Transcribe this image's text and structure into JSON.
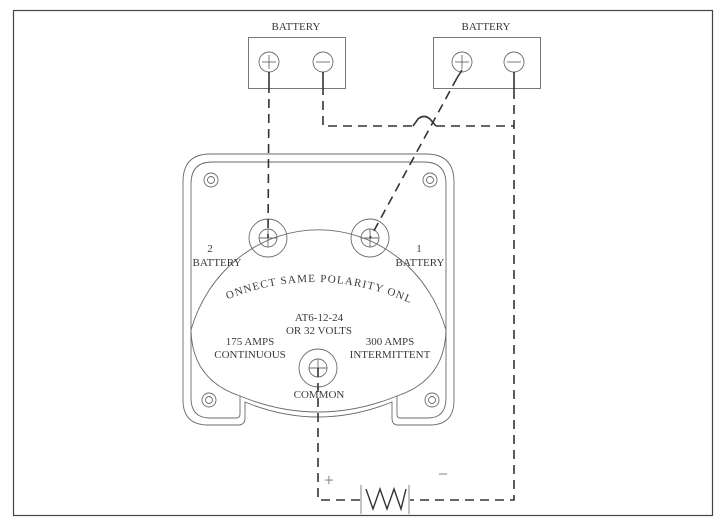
{
  "diagram": {
    "title": "Battery selector switch wiring diagram",
    "batteries": [
      {
        "id": "battery-left",
        "label": "BATTERY",
        "terminals": [
          "+",
          "-"
        ]
      },
      {
        "id": "battery-right",
        "label": "BATTERY",
        "terminals": [
          "+",
          "-"
        ]
      }
    ],
    "switch": {
      "label_battery_2_number": "2",
      "label_battery_2": "BATTERY",
      "label_battery_1_number": "1",
      "label_battery_1": "BATTERY",
      "curved_note": "CONNECT SAME POLARITY ONLY",
      "model_line1": "AT6-12-24",
      "model_line2": "OR 32 VOLTS",
      "continuous_line1": "175 AMPS",
      "continuous_line2": "CONTINUOUS",
      "intermittent_line1": "300 AMPS",
      "intermittent_line2": "INTERMITTENT",
      "common_label": "COMMON"
    },
    "load": {
      "positive_symbol": "+",
      "negative_symbol": "−",
      "component": "resistor"
    },
    "connections": [
      {
        "from": "battery-left +",
        "to": "switch terminal 2"
      },
      {
        "from": "battery-right +",
        "to": "switch terminal 1"
      },
      {
        "from": "battery-left -",
        "to": "load -"
      },
      {
        "from": "battery-right -",
        "to": "load -"
      },
      {
        "from": "switch common",
        "to": "load +"
      }
    ],
    "colors": {
      "line": "#333333",
      "background": "#ffffff"
    }
  }
}
